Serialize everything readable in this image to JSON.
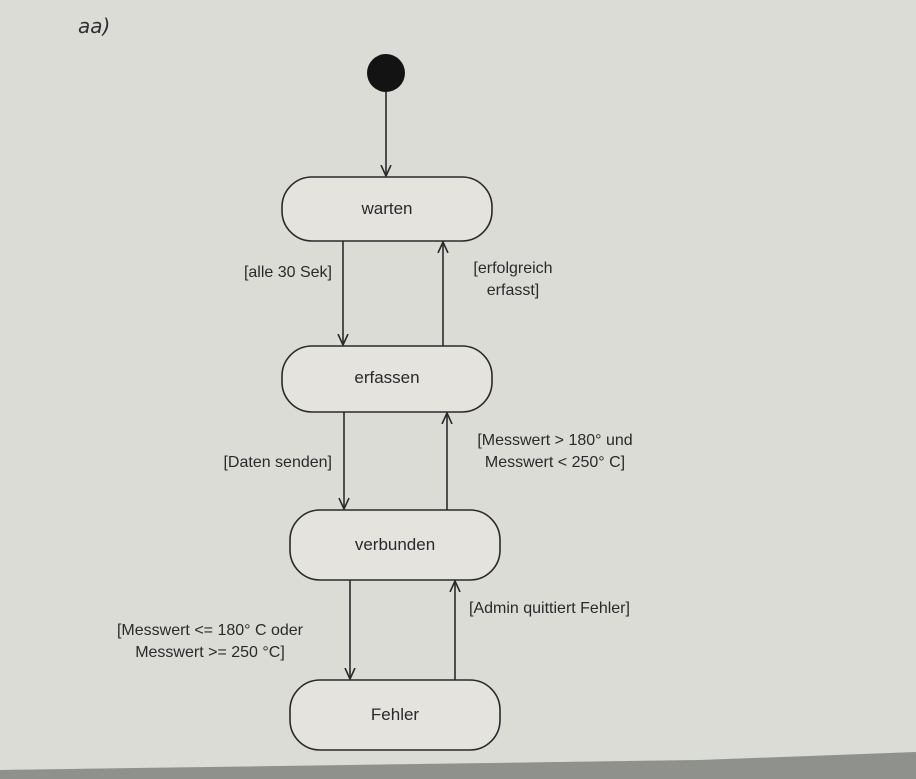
{
  "page_label": "aa)",
  "states": [
    {
      "id": "warten",
      "label": "warten"
    },
    {
      "id": "erfassen",
      "label": "erfassen"
    },
    {
      "id": "verbunden",
      "label": "verbunden"
    },
    {
      "id": "fehler",
      "label": "Fehler"
    }
  ],
  "transitions": {
    "warten_to_erfassen": {
      "lines": [
        "[alle 30 Sek]"
      ]
    },
    "erfassen_to_warten": {
      "lines": [
        "[erfolgreich",
        "erfasst]"
      ]
    },
    "erfassen_to_verbunden": {
      "lines": [
        "[Daten senden]"
      ]
    },
    "verbunden_to_erfassen": {
      "lines": [
        "[Messwert > 180° und",
        "Messwert < 250° C]"
      ]
    },
    "verbunden_to_fehler": {
      "lines": [
        "[Messwert <= 180° C oder",
        "Messwert >= 250 °C]"
      ]
    },
    "fehler_to_verbunden": {
      "lines": [
        "[Admin quittiert Fehler]"
      ]
    }
  },
  "colors": {
    "paper": "#dcdcd6",
    "paper_shadow": "#a9aaa6",
    "ink": "#2a2a2c",
    "state_fill": "#e4e3de",
    "initial_node": "#131313"
  }
}
